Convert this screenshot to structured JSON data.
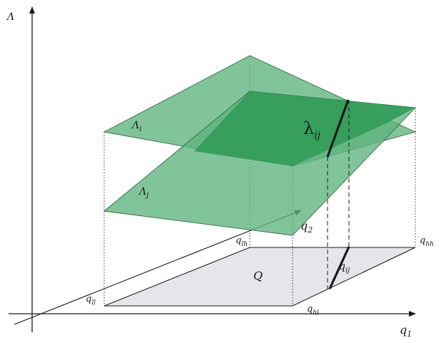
{
  "labels": {
    "axis_vertical": "Λ",
    "axis_q1_base": "q",
    "axis_q1_sub": "1",
    "axis_q2_base": "q",
    "axis_q2_sub": "2",
    "plane_upper_base": "Λ",
    "plane_upper_sub": "i",
    "plane_lower_base": "Λ",
    "plane_lower_sub": "j",
    "intersection_base": "λ",
    "intersection_sub": "ij",
    "projection_base": "q",
    "projection_sub": "ij",
    "region": "Q",
    "corner_ll_base": "q",
    "corner_ll_sub": "ll",
    "corner_lh_base": "q",
    "corner_lh_sub": "lh",
    "corner_hl_base": "q",
    "corner_hl_sub": "hl",
    "corner_hh_base": "q",
    "corner_hh_sub": "hh"
  },
  "colors": {
    "plane_fill": "#5fb37d",
    "plane_overlap": "#2f9a55",
    "region_fill": "#e4e6e9",
    "axis": "#1a1a1a"
  }
}
